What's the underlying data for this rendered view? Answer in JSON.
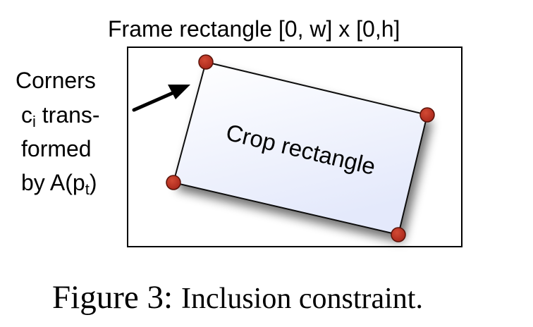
{
  "frame": {
    "title": "Frame rectangle [0, w] x [0,h]"
  },
  "crop": {
    "label": "Crop rectangle",
    "corner_color": "#b22a1e",
    "fill_top": "#ffffff",
    "fill_bottom": "#e4e9fb"
  },
  "side_label": {
    "line1": "Corners",
    "line2_base": "c",
    "line2_sub": "i",
    "line2_rest": " trans-",
    "line3": "formed",
    "line4_base": "by A(p",
    "line4_sub": "t",
    "line4_rest": ")"
  },
  "caption": {
    "figure": "Figure 3:",
    "text": "Inclusion constraint."
  }
}
